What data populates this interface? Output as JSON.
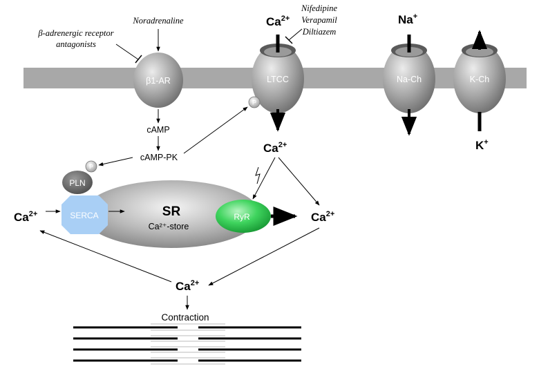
{
  "labels": {
    "noradrenaline": "Noradrenaline",
    "beta_antagonists_l1": "β-adrenergic receptor",
    "beta_antagonists_l2": "antagonists",
    "ccb_1": "Nifedipine",
    "ccb_2": "Verapamil",
    "ccb_3": "Diltiazem",
    "b1ar": "β1-AR",
    "ltcc": "LTCC",
    "nach": "Na-Ch",
    "kch": "K-Ch",
    "camp": "cAMP",
    "camp_pk": "cAMP-PK",
    "pln": "PLN",
    "serca": "SERCA",
    "sr": "SR",
    "ca_store": "Ca²⁺-store",
    "ryr": "RyR",
    "contraction": "Contraction",
    "phospho": "P"
  },
  "ions": {
    "ca_base": "Ca",
    "ca_sup": "2+",
    "na_base": "Na",
    "na_sup": "+",
    "k_base": "K",
    "k_sup": "+"
  },
  "colors": {
    "membrane": "#a8a8a8",
    "channel_gray": "#8c8c8c",
    "serca": "#a9cff5",
    "ryr": "#27c24a",
    "pln": "#6a6a6a",
    "line": "#000000"
  }
}
